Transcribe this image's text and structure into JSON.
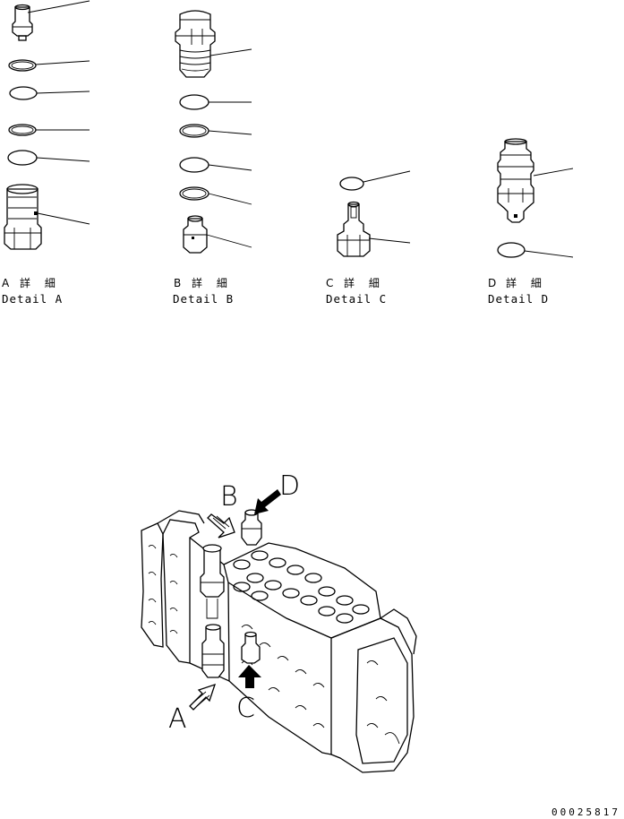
{
  "details": [
    {
      "id": "A",
      "jp_letter": "A",
      "jp_text": "詳 細",
      "en_label": "Detail A"
    },
    {
      "id": "B",
      "jp_letter": "B",
      "jp_text": "詳 細",
      "en_label": "Detail B"
    },
    {
      "id": "C",
      "jp_letter": "C",
      "jp_text": "詳 細",
      "en_label": "Detail C"
    },
    {
      "id": "D",
      "jp_letter": "D",
      "jp_text": "詳 細",
      "en_label": "Detail D"
    }
  ],
  "callouts": {
    "a": "A",
    "b": "B",
    "c": "C",
    "d": "D"
  },
  "drawing_code": "00025817"
}
